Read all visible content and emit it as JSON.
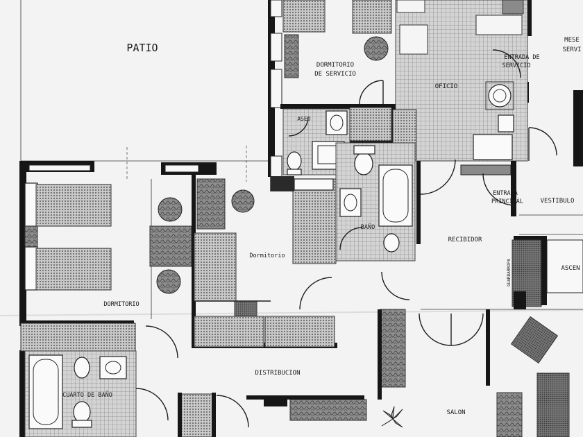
{
  "labels": {
    "patio": "PATIO",
    "dormitorio_servicio_1": "DORMITORIO",
    "dormitorio_servicio_2": "DE SERVICIO",
    "aseo": "ASEO",
    "oficio": "OFICIO",
    "entrada_servicio_1": "ENTRADA DE",
    "entrada_servicio_2": "SERVICIO",
    "mese_1": "MESE",
    "mese_2": "SERVI",
    "entrada_principal_1": "ENTRADA",
    "entrada_principal_2": "PRINCIPAL",
    "vestibulo": "VESTIBULO",
    "recibidor": "RECIBIDOR",
    "bano": "BAÑO",
    "dormitorio_center": "Dormitorio",
    "dormitorio_left": "DORMITORIO",
    "distribucion": "DISTRIBUCION",
    "cuarto_bano": "CUARTO DE BAÑO",
    "salon": "SALON",
    "guardarropa": "GUARDARROPA",
    "ascensor": "ASCEN"
  },
  "colors": {
    "wall": "#161616",
    "paper": "#f2f2f2",
    "tile": "#9a9a9a",
    "fabric": "#7a7a7a"
  }
}
